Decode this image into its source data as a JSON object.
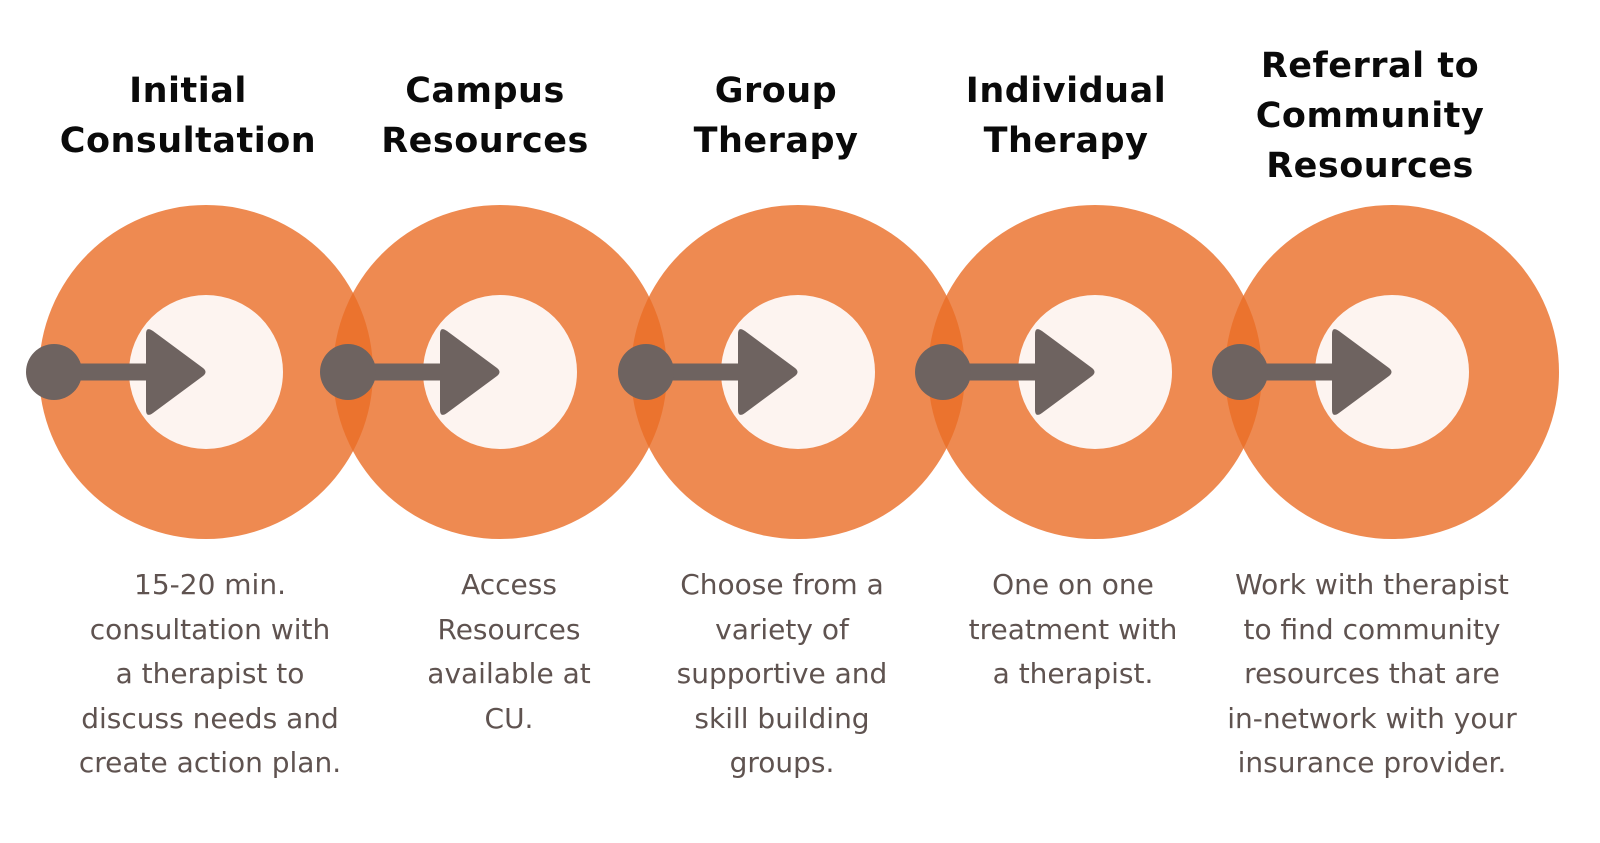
{
  "colors": {
    "outer_circle": "#ea6d26",
    "inner_circle": "#fdf4f0",
    "arrow": "#6e6360",
    "title_text": "#0a0a0a",
    "description_text": "#5f5350",
    "background": "#ffffff"
  },
  "steps": [
    {
      "title": "Initial\nConsultation",
      "description": "15-20 min.\nconsultation with\na therapist to\ndiscuss needs and\ncreate action plan.",
      "icon": "arrow-right-icon"
    },
    {
      "title": "Campus\nResources",
      "description": "Access\nResources\navailable at\nCU.",
      "icon": "arrow-right-icon"
    },
    {
      "title": "Group\nTherapy",
      "description": "Choose from a\nvariety of\nsupportive and\nskill building\ngroups.",
      "icon": "arrow-right-icon"
    },
    {
      "title": "Individual\nTherapy",
      "description": "One on one\ntreatment with\na therapist.",
      "icon": "arrow-right-icon"
    },
    {
      "title": "Referral to\nCommunity\nResources",
      "description": "Work with therapist\nto find community\nresources that are\nin-network with your\ninsurance provider.",
      "icon": "arrow-right-icon"
    }
  ]
}
